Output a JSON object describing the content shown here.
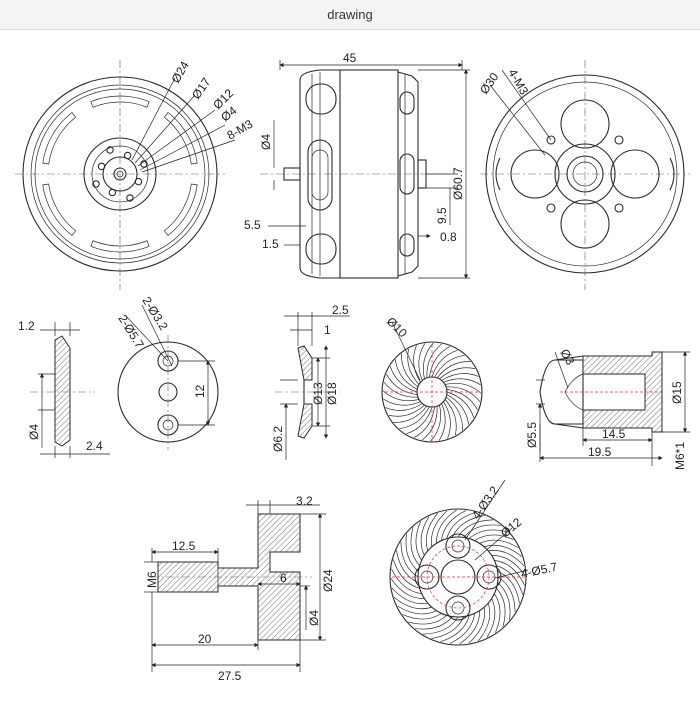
{
  "window": {
    "title": "drawing"
  },
  "views": {
    "front": {
      "labels": [
        "Ø24",
        "Ø17",
        "Ø12",
        "Ø4",
        "8-M3"
      ]
    },
    "side": {
      "labels": [
        "45",
        "Ø4",
        "Ø60.7",
        "9.5",
        "0.8",
        "5.5",
        "1.5"
      ]
    },
    "rear": {
      "labels": [
        "4-M3",
        "Ø30"
      ]
    },
    "washer": {
      "labels": [
        "1.2",
        "Ø4",
        "2.4"
      ]
    },
    "disc": {
      "labels": [
        "2-Ø5.7",
        "2-Ø3.2",
        "12"
      ]
    },
    "mount": {
      "labels": [
        "2.5",
        "1",
        "Ø13",
        "Ø18",
        "Ø6.2"
      ]
    },
    "fan_small": {
      "labels": [
        "Ø10"
      ]
    },
    "nut": {
      "labels": [
        "Ø3",
        "Ø15",
        "Ø5.5",
        "14.5",
        "19.5",
        "M6*1"
      ]
    },
    "adapter": {
      "labels": [
        "3.2",
        "12.5",
        "M6",
        "6",
        "Ø24",
        "Ø4",
        "20",
        "27.5"
      ]
    },
    "fan_large": {
      "labels": [
        "4-Ø3.2",
        "Ø12",
        "4-Ø5.7"
      ]
    }
  }
}
